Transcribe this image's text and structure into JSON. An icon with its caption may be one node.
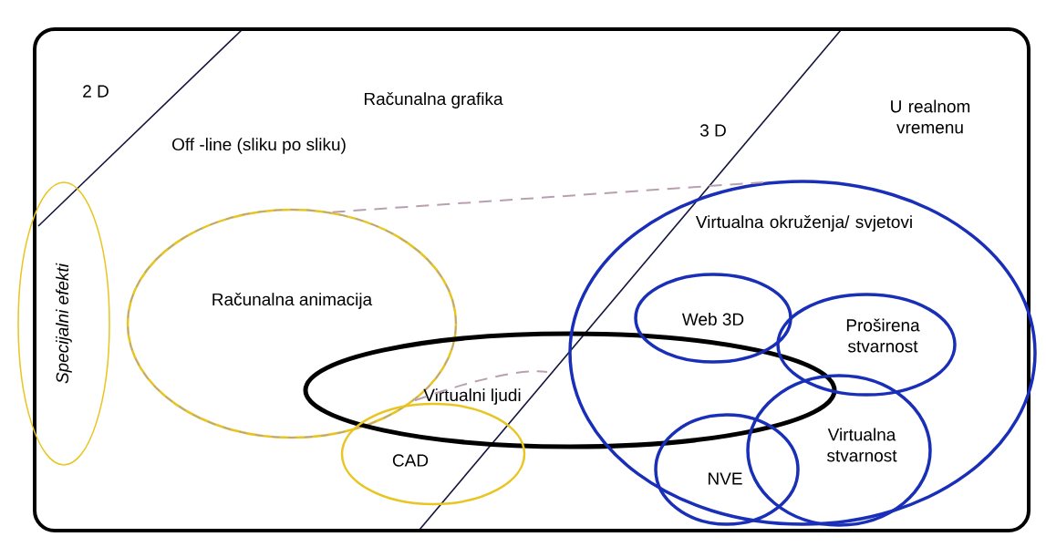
{
  "diagram": {
    "nodes": [
      {
        "text": [
          "Računalna grafika"
        ]
      },
      {
        "text": [
          "Specijalni efekti"
        ]
      },
      {
        "text": [
          "Računalna animacija"
        ],
        "in": 0
      },
      {
        "text": [
          "Virtualni ljudi"
        ],
        "in": 0
      },
      {
        "text": [
          "CAD"
        ],
        "in": 0
      },
      {
        "text": [
          "Virtualna okruženja/ svjetovi"
        ],
        "in": 0
      },
      {
        "text": [
          "Web 3D"
        ],
        "in": 5
      },
      {
        "text": [
          "Proširena stvarnost"
        ],
        "in": 5
      },
      {
        "text": [
          "Virtualna stvarnost"
        ],
        "in": 5
      },
      {
        "text": [
          "NVE"
        ],
        "in": 5
      }
    ],
    "edges": [
      {
        "from": 2,
        "to": 5,
        "arrow": "none",
        "style": "dashed",
        "color": "#b8a0b0"
      },
      {
        "from": 2,
        "to": 3,
        "arrow": "none",
        "style": "dashed",
        "color": "#b8a0b0"
      }
    ],
    "labels": [
      "2 D",
      "Off -line (sliku po sliku)",
      "3 D",
      "U realnom vremenu"
    ]
  }
}
